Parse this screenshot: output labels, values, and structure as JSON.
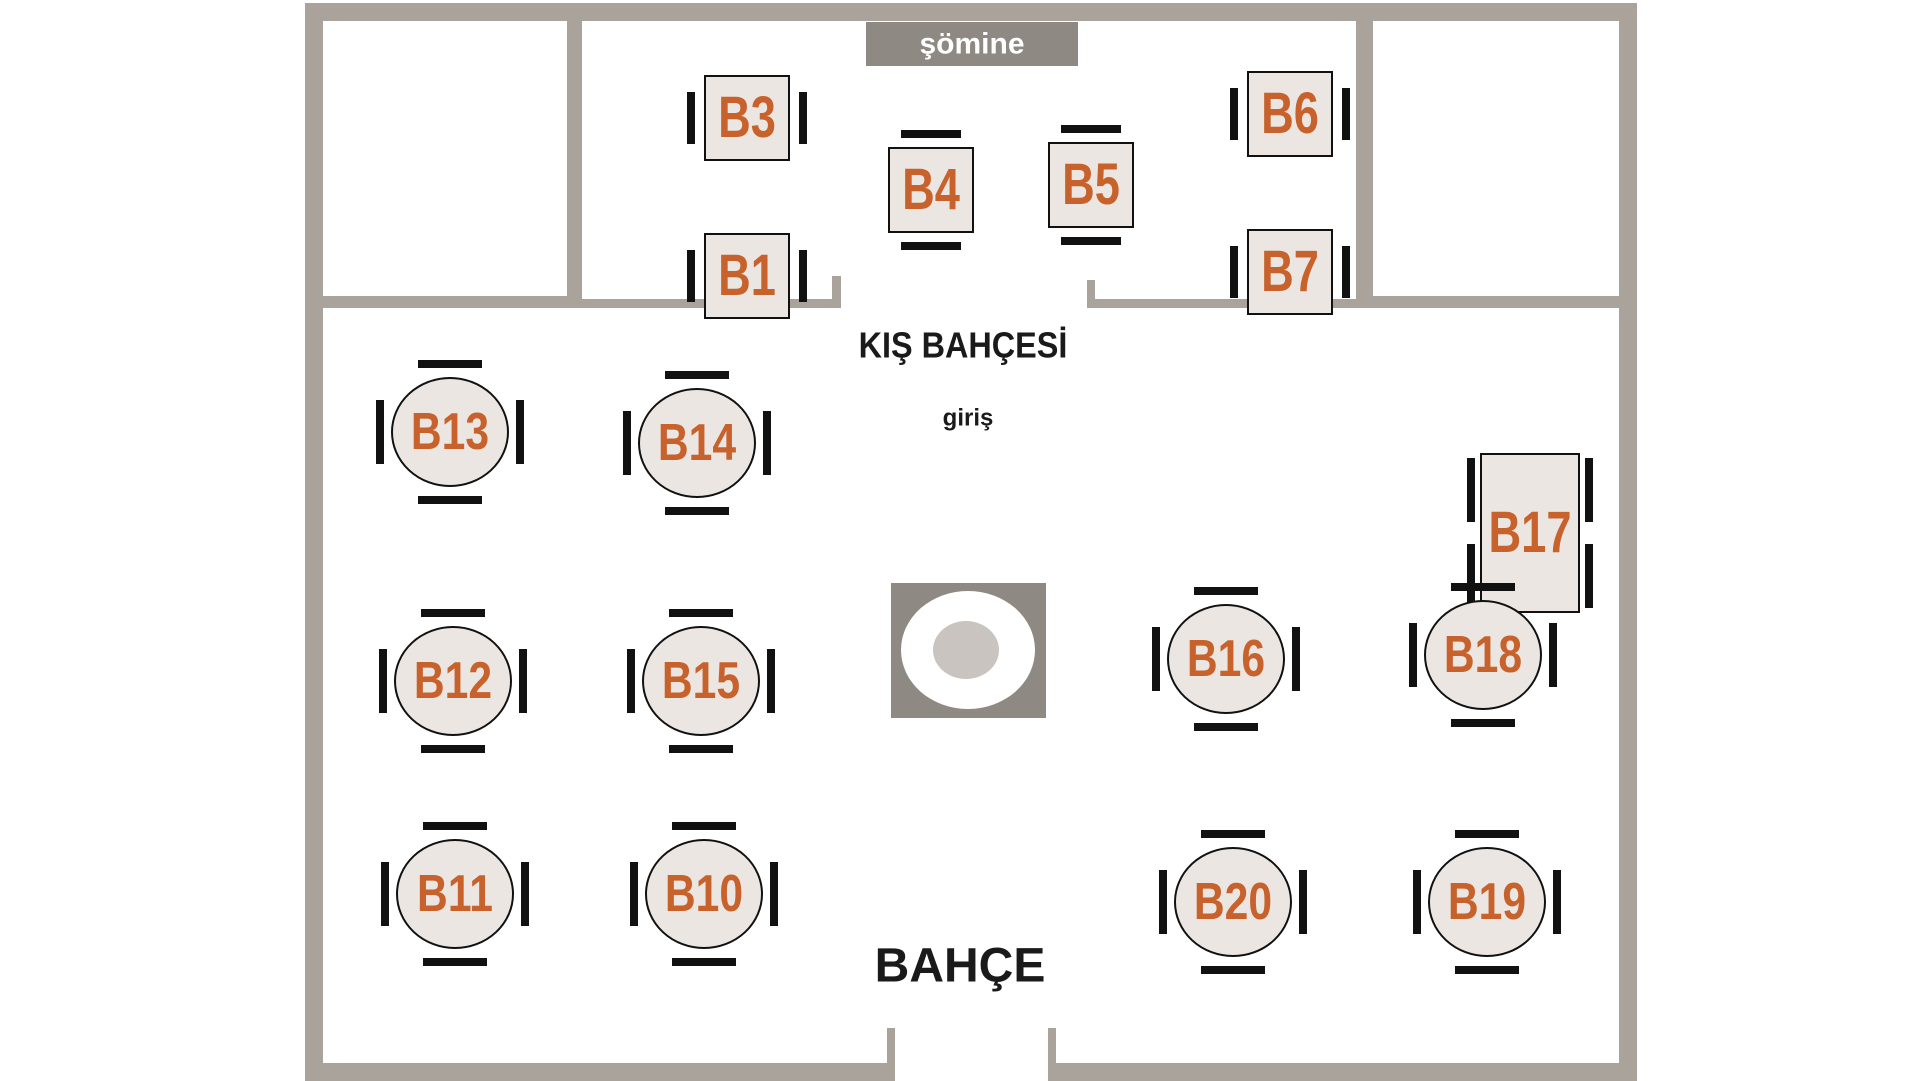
{
  "labels": {
    "fireplace": "şömine",
    "winter_garden": "KIŞ BAHÇESİ",
    "entrance": "giriş",
    "garden": "BAHÇE"
  },
  "tables": [
    {
      "id": "B1",
      "shape": "rect",
      "area": "winter_garden"
    },
    {
      "id": "B3",
      "shape": "rect",
      "area": "winter_garden"
    },
    {
      "id": "B4",
      "shape": "rect",
      "area": "winter_garden"
    },
    {
      "id": "B5",
      "shape": "rect",
      "area": "winter_garden"
    },
    {
      "id": "B6",
      "shape": "rect",
      "area": "winter_garden"
    },
    {
      "id": "B7",
      "shape": "rect",
      "area": "winter_garden"
    },
    {
      "id": "B10",
      "shape": "round",
      "area": "garden"
    },
    {
      "id": "B11",
      "shape": "round",
      "area": "garden"
    },
    {
      "id": "B12",
      "shape": "round",
      "area": "garden"
    },
    {
      "id": "B13",
      "shape": "round",
      "area": "garden"
    },
    {
      "id": "B14",
      "shape": "round",
      "area": "garden"
    },
    {
      "id": "B15",
      "shape": "round",
      "area": "garden"
    },
    {
      "id": "B16",
      "shape": "round",
      "area": "garden"
    },
    {
      "id": "B17",
      "shape": "rect",
      "area": "garden"
    },
    {
      "id": "B18",
      "shape": "round",
      "area": "garden"
    },
    {
      "id": "B19",
      "shape": "round",
      "area": "garden"
    },
    {
      "id": "B20",
      "shape": "round",
      "area": "garden"
    }
  ],
  "colors": {
    "wall": "#aaa39c",
    "table_fill": "#ebe6e1",
    "table_label": "#c8622c",
    "chair": "#111111",
    "fireplace_bg": "#8e8983",
    "fountain_base": "#8e8983",
    "fountain_center": "#c9c4bf"
  }
}
